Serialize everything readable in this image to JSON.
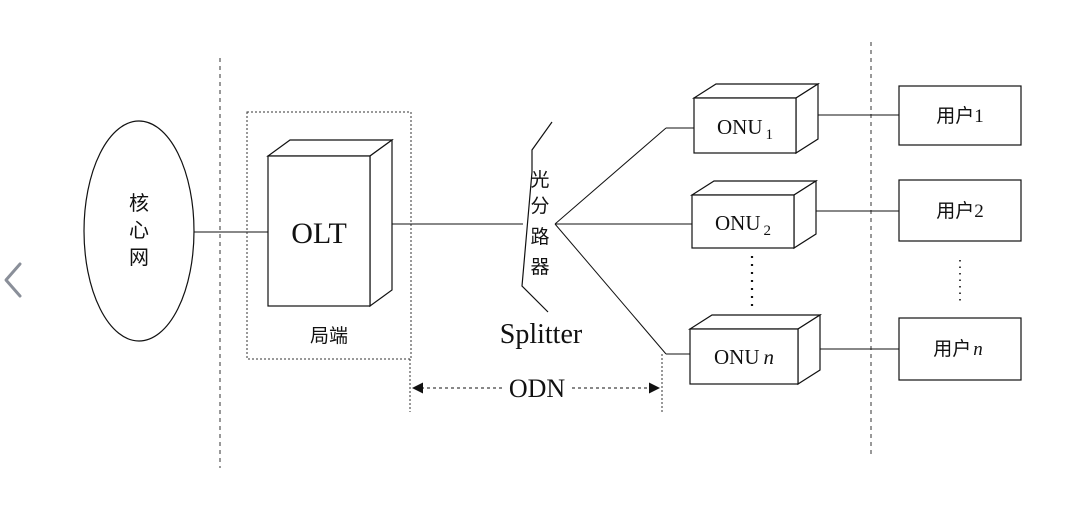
{
  "core_network": {
    "label": [
      "核",
      "心",
      "网"
    ]
  },
  "olt": {
    "label": "OLT",
    "caption": "局端"
  },
  "splitter": {
    "label": [
      "光",
      "分",
      "路",
      "器"
    ],
    "caption": "Splitter"
  },
  "odn": {
    "label": "ODN"
  },
  "onus": [
    {
      "base": "ONU",
      "sub": "1"
    },
    {
      "base": "ONU",
      "sub": "2"
    },
    {
      "base": "ONU",
      "italic": "n"
    }
  ],
  "users": [
    {
      "base": "用户",
      "num": "1"
    },
    {
      "base": "用户",
      "num": "2"
    },
    {
      "base": "用户",
      "italic": "n"
    }
  ],
  "icons": {
    "back": "chevron-left-icon"
  }
}
